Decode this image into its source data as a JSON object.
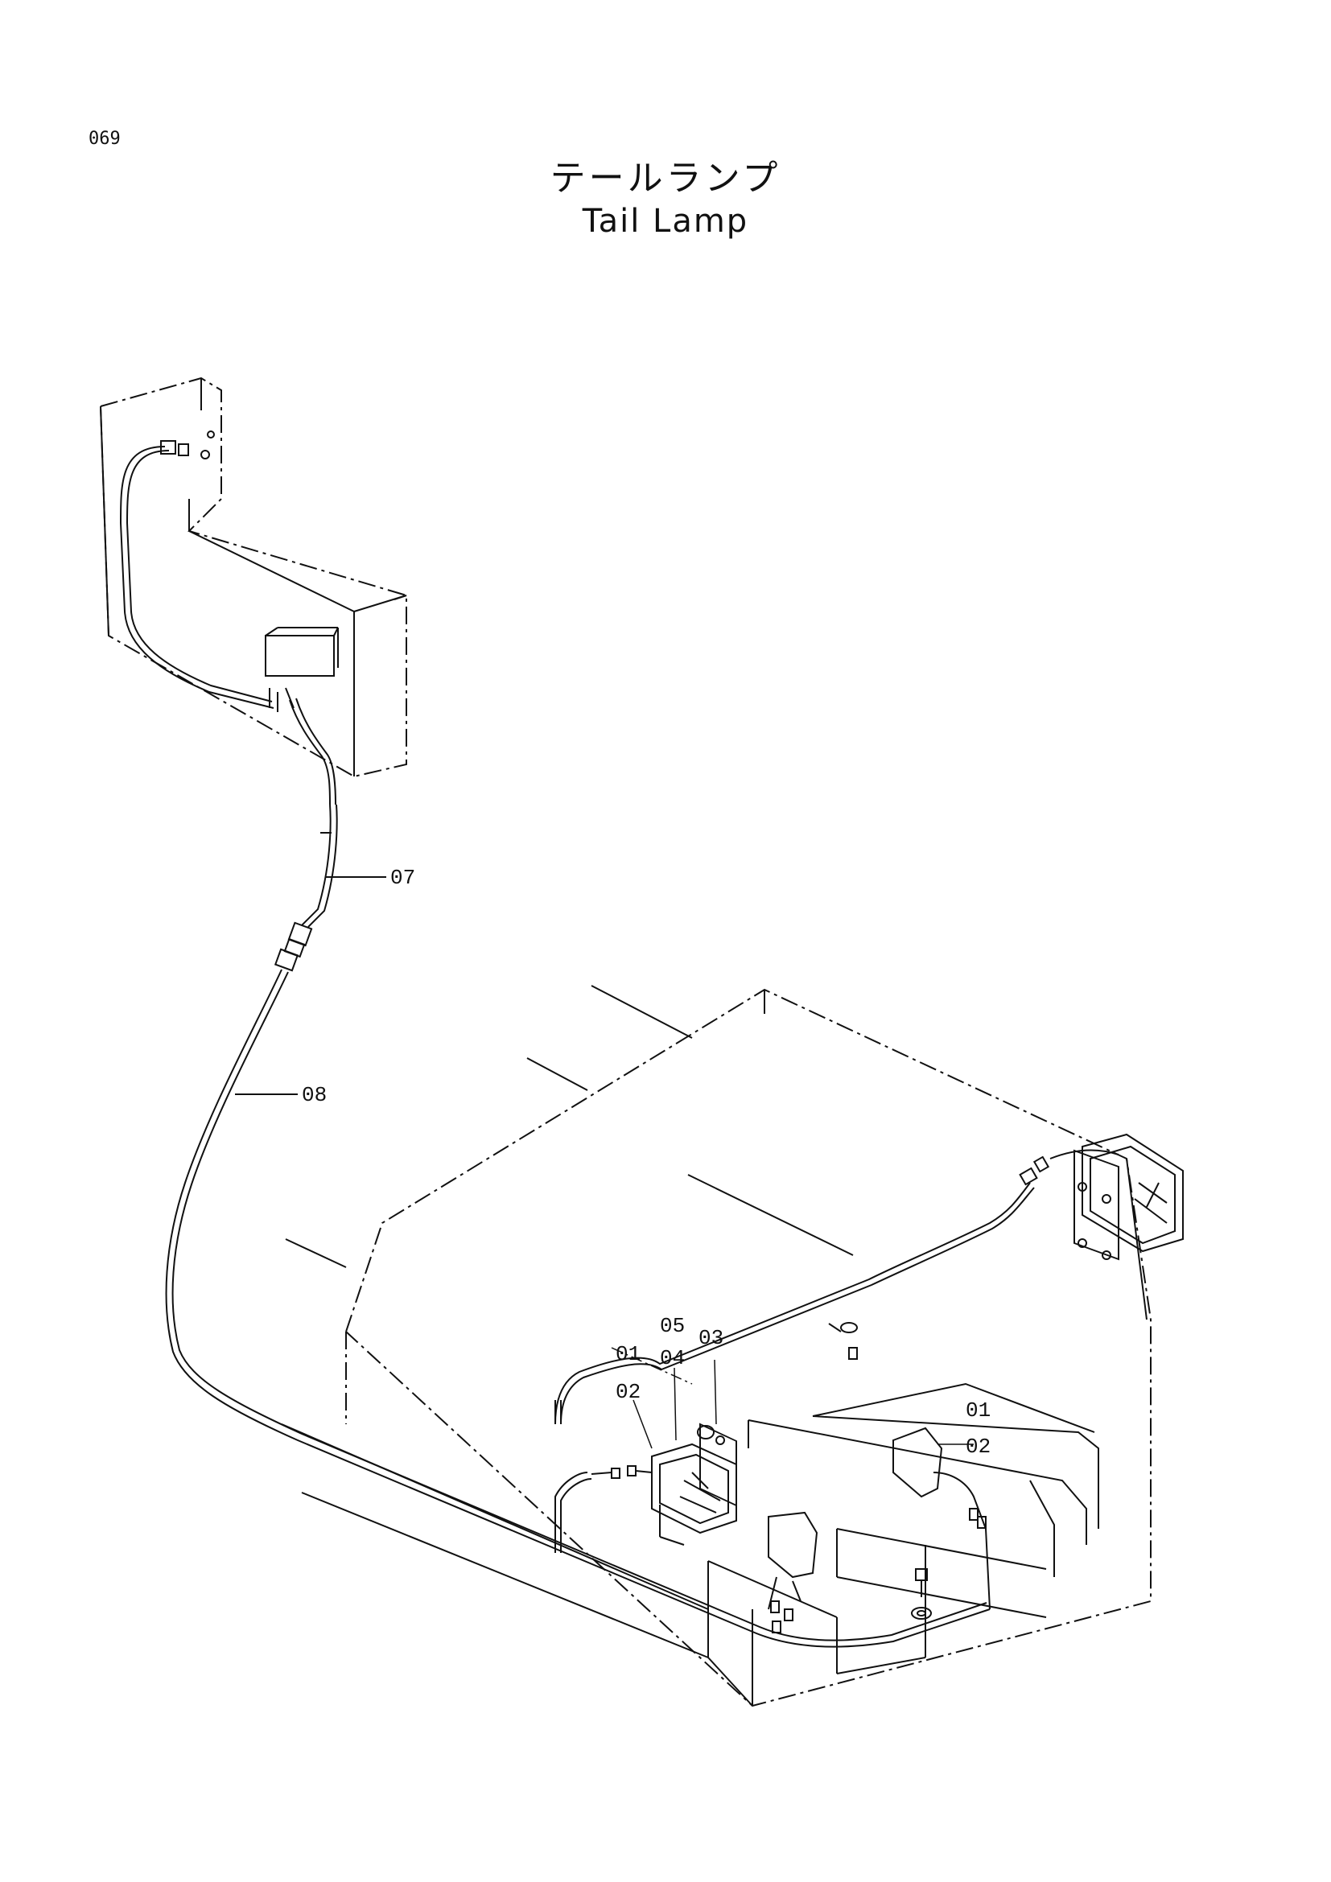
{
  "page": {
    "number": "069",
    "title_jp": "テールランプ",
    "title_en": "Tail Lamp"
  },
  "callouts": {
    "c07": "07",
    "c08": "08",
    "c01a": "01",
    "c02a": "02",
    "c05": "05",
    "c04": "04",
    "c03": "03",
    "c01b": "01",
    "c02b": "02"
  },
  "colors": {
    "line": "#111111",
    "background": "#ffffff"
  }
}
